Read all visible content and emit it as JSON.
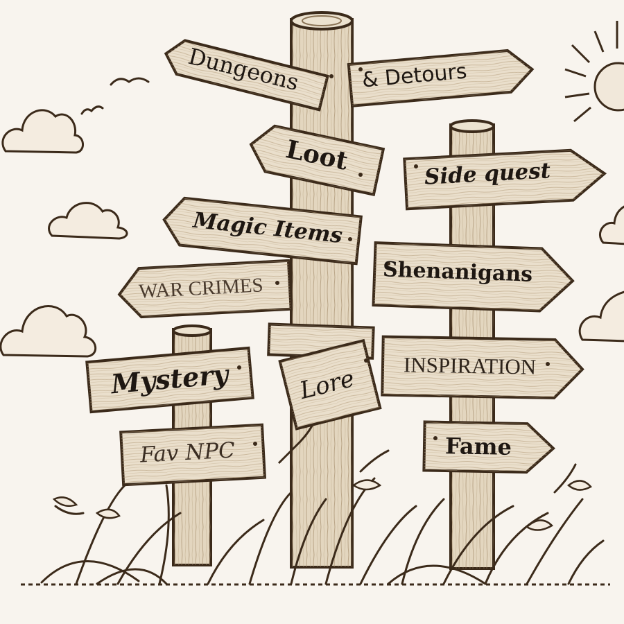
{
  "colors": {
    "background": "#f8f4ee",
    "ink": "#3b2a1a",
    "wood": "#eadfcc",
    "wood_dark": "#b09877",
    "text": "#1e1712"
  },
  "signs": {
    "dungeons": "Dungeons",
    "detours": "& Detours",
    "loot": "Loot",
    "side_quest": "Side quest",
    "magic_items": "Magic Items",
    "shenanigans": "Shenanigans",
    "war_crimes": "WAR CRIMES",
    "mystery": "Mystery",
    "lore": "Lore",
    "inspiration": "INSPIRATION",
    "fav_npc": "Fav NPC",
    "fame": "Fame"
  }
}
